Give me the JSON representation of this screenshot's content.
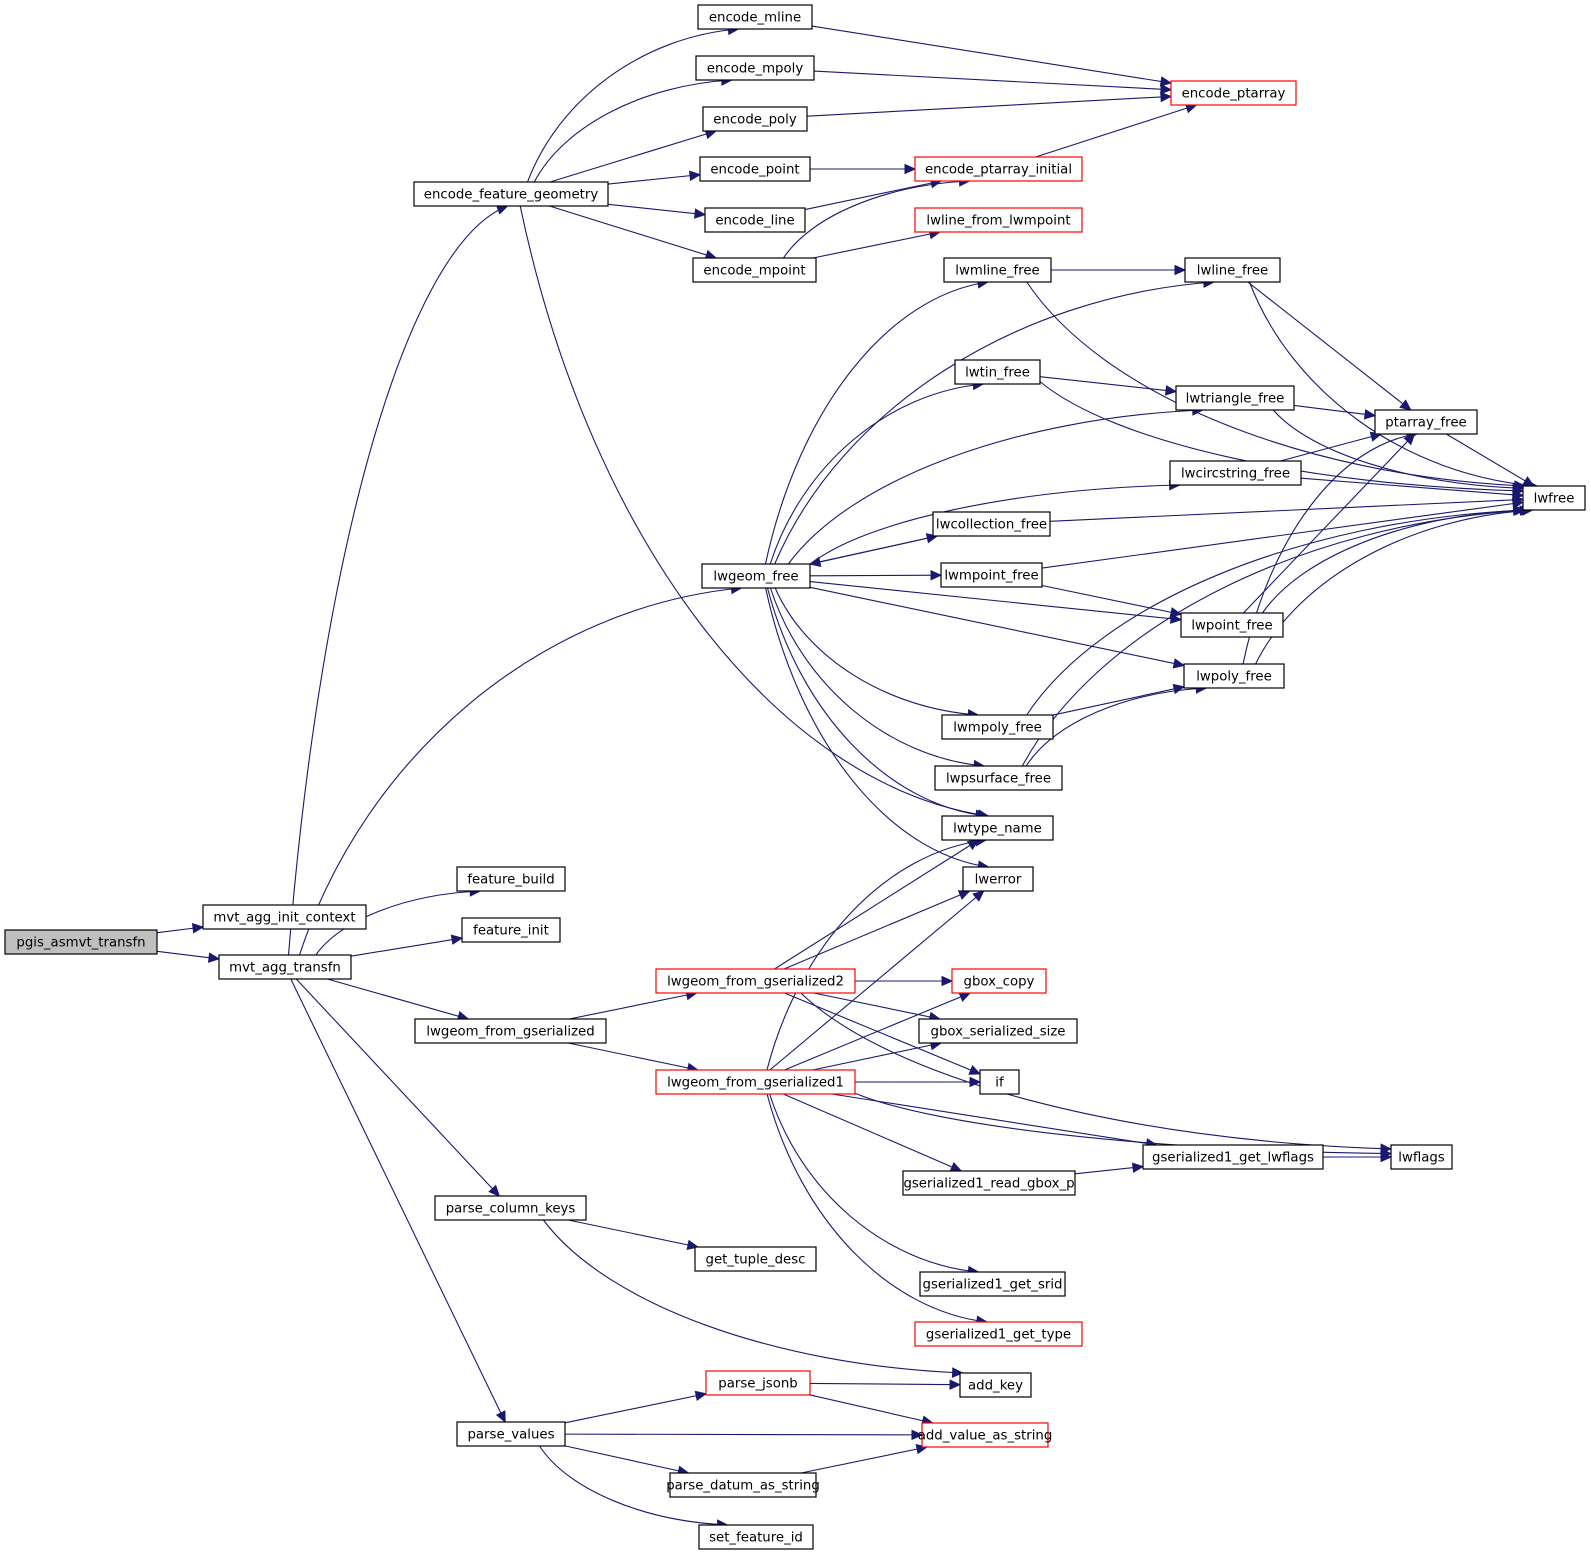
{
  "graph": {
    "title": "Call graph for pgis_asmvt_transfn",
    "colors": {
      "edge": "#191970",
      "node_border": "#000000",
      "truncated_border": "#ff0000",
      "root_fill": "#bfbfbf",
      "node_fill": "#ffffff"
    },
    "nodes": [
      {
        "id": "pgis_asmvt_transfn",
        "label": "pgis_asmvt_transfn",
        "root": true
      },
      {
        "id": "mvt_agg_init_context",
        "label": "mvt_agg_init_context"
      },
      {
        "id": "mvt_agg_transfn",
        "label": "mvt_agg_transfn"
      },
      {
        "id": "encode_feature_geometry",
        "label": "encode_feature_geometry"
      },
      {
        "id": "feature_build",
        "label": "feature_build"
      },
      {
        "id": "feature_init",
        "label": "feature_init"
      },
      {
        "id": "lwgeom_from_gserialized",
        "label": "lwgeom_from_gserialized"
      },
      {
        "id": "parse_column_keys",
        "label": "parse_column_keys"
      },
      {
        "id": "parse_values",
        "label": "parse_values"
      },
      {
        "id": "encode_mline",
        "label": "encode_mline"
      },
      {
        "id": "encode_mpoly",
        "label": "encode_mpoly"
      },
      {
        "id": "encode_poly",
        "label": "encode_poly"
      },
      {
        "id": "encode_point",
        "label": "encode_point"
      },
      {
        "id": "encode_line",
        "label": "encode_line"
      },
      {
        "id": "encode_mpoint",
        "label": "encode_mpoint"
      },
      {
        "id": "lwgeom_free",
        "label": "lwgeom_free"
      },
      {
        "id": "lwgeom_from_gserialized2",
        "label": "lwgeom_from_gserialized2",
        "truncated": true
      },
      {
        "id": "lwgeom_from_gserialized1",
        "label": "lwgeom_from_gserialized1",
        "truncated": true
      },
      {
        "id": "get_tuple_desc",
        "label": "get_tuple_desc"
      },
      {
        "id": "parse_jsonb",
        "label": "parse_jsonb",
        "truncated": true
      },
      {
        "id": "parse_datum_as_string",
        "label": "parse_datum_as_string"
      },
      {
        "id": "set_feature_id",
        "label": "set_feature_id"
      },
      {
        "id": "encode_ptarray_initial",
        "label": "encode_ptarray_initial",
        "truncated": true
      },
      {
        "id": "lwline_from_lwmpoint",
        "label": "lwline_from_lwmpoint",
        "truncated": true
      },
      {
        "id": "lwmline_free",
        "label": "lwmline_free"
      },
      {
        "id": "lwtin_free",
        "label": "lwtin_free"
      },
      {
        "id": "lwcollection_free",
        "label": "lwcollection_free"
      },
      {
        "id": "lwmpoint_free",
        "label": "lwmpoint_free"
      },
      {
        "id": "lwmpoly_free",
        "label": "lwmpoly_free"
      },
      {
        "id": "lwpsurface_free",
        "label": "lwpsurface_free"
      },
      {
        "id": "lwtype_name",
        "label": "lwtype_name"
      },
      {
        "id": "lwerror",
        "label": "lwerror"
      },
      {
        "id": "gbox_copy",
        "label": "gbox_copy",
        "truncated": true
      },
      {
        "id": "gbox_serialized_size",
        "label": "gbox_serialized_size"
      },
      {
        "id": "if",
        "label": "if"
      },
      {
        "id": "gserialized1_read_gbox_p",
        "label": "gserialized1_read_gbox_p"
      },
      {
        "id": "gserialized1_get_srid",
        "label": "gserialized1_get_srid"
      },
      {
        "id": "gserialized1_get_type",
        "label": "gserialized1_get_type",
        "truncated": true
      },
      {
        "id": "add_key",
        "label": "add_key"
      },
      {
        "id": "add_value_as_string",
        "label": "add_value_as_string",
        "truncated": true
      },
      {
        "id": "encode_ptarray",
        "label": "encode_ptarray",
        "truncated": true
      },
      {
        "id": "lwline_free",
        "label": "lwline_free"
      },
      {
        "id": "lwtriangle_free",
        "label": "lwtriangle_free"
      },
      {
        "id": "lwcircstring_free",
        "label": "lwcircstring_free"
      },
      {
        "id": "lwpoint_free",
        "label": "lwpoint_free"
      },
      {
        "id": "lwpoly_free",
        "label": "lwpoly_free"
      },
      {
        "id": "gserialized1_get_lwflags",
        "label": "gserialized1_get_lwflags"
      },
      {
        "id": "ptarray_free",
        "label": "ptarray_free"
      },
      {
        "id": "lwflags",
        "label": "lwflags"
      },
      {
        "id": "lwfree",
        "label": "lwfree"
      }
    ],
    "edges": [
      [
        "pgis_asmvt_transfn",
        "mvt_agg_init_context"
      ],
      [
        "pgis_asmvt_transfn",
        "mvt_agg_transfn"
      ],
      [
        "mvt_agg_transfn",
        "encode_feature_geometry"
      ],
      [
        "mvt_agg_transfn",
        "feature_build"
      ],
      [
        "mvt_agg_transfn",
        "feature_init"
      ],
      [
        "mvt_agg_transfn",
        "lwgeom_free"
      ],
      [
        "mvt_agg_transfn",
        "lwgeom_from_gserialized"
      ],
      [
        "mvt_agg_transfn",
        "parse_column_keys"
      ],
      [
        "mvt_agg_transfn",
        "parse_values"
      ],
      [
        "encode_feature_geometry",
        "encode_mline"
      ],
      [
        "encode_feature_geometry",
        "encode_mpoly"
      ],
      [
        "encode_feature_geometry",
        "encode_poly"
      ],
      [
        "encode_feature_geometry",
        "encode_point"
      ],
      [
        "encode_feature_geometry",
        "encode_line"
      ],
      [
        "encode_feature_geometry",
        "encode_mpoint"
      ],
      [
        "encode_feature_geometry",
        "lwtype_name"
      ],
      [
        "encode_mline",
        "encode_ptarray"
      ],
      [
        "encode_mpoly",
        "encode_ptarray"
      ],
      [
        "encode_poly",
        "encode_ptarray"
      ],
      [
        "encode_point",
        "encode_ptarray_initial"
      ],
      [
        "encode_line",
        "encode_ptarray_initial"
      ],
      [
        "encode_mpoint",
        "encode_ptarray_initial"
      ],
      [
        "encode_mpoint",
        "lwline_from_lwmpoint"
      ],
      [
        "encode_ptarray_initial",
        "encode_ptarray"
      ],
      [
        "lwgeom_free",
        "lwmline_free"
      ],
      [
        "lwgeom_free",
        "lwline_free"
      ],
      [
        "lwgeom_free",
        "lwtin_free"
      ],
      [
        "lwgeom_free",
        "lwtriangle_free"
      ],
      [
        "lwgeom_free",
        "lwcircstring_free"
      ],
      [
        "lwgeom_free",
        "lwcollection_free"
      ],
      [
        "lwgeom_free",
        "lwmpoint_free"
      ],
      [
        "lwgeom_free",
        "lwpoint_free"
      ],
      [
        "lwgeom_free",
        "lwpoly_free"
      ],
      [
        "lwgeom_free",
        "lwmpoly_free"
      ],
      [
        "lwgeom_free",
        "lwpsurface_free"
      ],
      [
        "lwgeom_free",
        "lwtype_name"
      ],
      [
        "lwgeom_free",
        "lwerror"
      ],
      [
        "lwcollection_free",
        "lwgeom_free"
      ],
      [
        "lwcollection_free",
        "lwfree"
      ],
      [
        "lwmline_free",
        "lwline_free"
      ],
      [
        "lwmline_free",
        "lwfree"
      ],
      [
        "lwline_free",
        "ptarray_free"
      ],
      [
        "lwline_free",
        "lwfree"
      ],
      [
        "lwtin_free",
        "lwtriangle_free"
      ],
      [
        "lwtin_free",
        "lwfree"
      ],
      [
        "lwtriangle_free",
        "ptarray_free"
      ],
      [
        "lwtriangle_free",
        "lwfree"
      ],
      [
        "lwcircstring_free",
        "ptarray_free"
      ],
      [
        "lwcircstring_free",
        "lwfree"
      ],
      [
        "lwmpoint_free",
        "lwpoint_free"
      ],
      [
        "lwmpoint_free",
        "lwfree"
      ],
      [
        "lwpoint_free",
        "ptarray_free"
      ],
      [
        "lwpoint_free",
        "lwfree"
      ],
      [
        "lwpoly_free",
        "ptarray_free"
      ],
      [
        "lwpoly_free",
        "lwfree"
      ],
      [
        "lwmpoly_free",
        "lwpoly_free"
      ],
      [
        "lwmpoly_free",
        "lwfree"
      ],
      [
        "lwpsurface_free",
        "lwpoly_free"
      ],
      [
        "lwpsurface_free",
        "lwfree"
      ],
      [
        "ptarray_free",
        "lwfree"
      ],
      [
        "lwgeom_from_gserialized",
        "lwgeom_from_gserialized2"
      ],
      [
        "lwgeom_from_gserialized",
        "lwgeom_from_gserialized1"
      ],
      [
        "lwgeom_from_gserialized2",
        "lwtype_name"
      ],
      [
        "lwgeom_from_gserialized2",
        "lwerror"
      ],
      [
        "lwgeom_from_gserialized2",
        "lwflags"
      ],
      [
        "lwgeom_from_gserialized2",
        "gbox_copy"
      ],
      [
        "lwgeom_from_gserialized2",
        "gbox_serialized_size"
      ],
      [
        "lwgeom_from_gserialized2",
        "if"
      ],
      [
        "lwgeom_from_gserialized1",
        "lwtype_name"
      ],
      [
        "lwgeom_from_gserialized1",
        "lwerror"
      ],
      [
        "lwgeom_from_gserialized1",
        "gbox_copy"
      ],
      [
        "lwgeom_from_gserialized1",
        "gbox_serialized_size"
      ],
      [
        "lwgeom_from_gserialized1",
        "if"
      ],
      [
        "lwgeom_from_gserialized1",
        "gserialized1_get_lwflags"
      ],
      [
        "lwgeom_from_gserialized1",
        "gserialized1_read_gbox_p"
      ],
      [
        "lwgeom_from_gserialized1",
        "lwflags"
      ],
      [
        "lwgeom_from_gserialized1",
        "gserialized1_get_srid"
      ],
      [
        "lwgeom_from_gserialized1",
        "gserialized1_get_type"
      ],
      [
        "gserialized1_read_gbox_p",
        "gserialized1_get_lwflags"
      ],
      [
        "gserialized1_get_lwflags",
        "lwflags"
      ],
      [
        "parse_column_keys",
        "get_tuple_desc"
      ],
      [
        "parse_column_keys",
        "add_key"
      ],
      [
        "parse_values",
        "parse_jsonb"
      ],
      [
        "parse_values",
        "add_value_as_string"
      ],
      [
        "parse_values",
        "parse_datum_as_string"
      ],
      [
        "parse_values",
        "set_feature_id"
      ],
      [
        "parse_jsonb",
        "add_key"
      ],
      [
        "parse_jsonb",
        "add_value_as_string"
      ],
      [
        "parse_datum_as_string",
        "add_value_as_string"
      ]
    ]
  }
}
